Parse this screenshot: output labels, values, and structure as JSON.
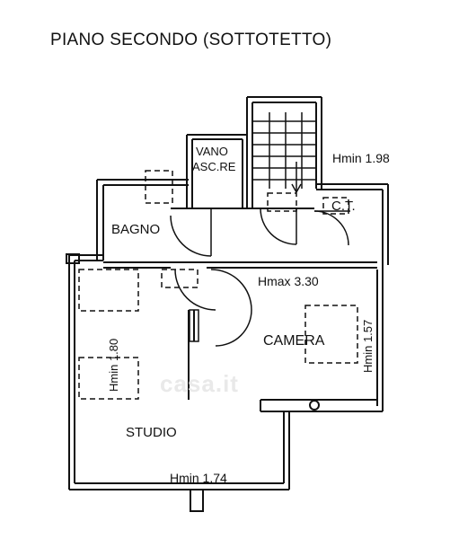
{
  "title": "PIANO SECONDO (SOTTOTETTO)",
  "rooms": {
    "vano_line1": "VANO",
    "vano_line2": "ASC.RE",
    "bagno": "BAGNO",
    "ct": "C.T.",
    "camera": "CAMERA",
    "studio": "STUDIO"
  },
  "heights": {
    "hmin_stairs": "Hmin 1.98",
    "hmax": "Hmax 3.30",
    "hmin_camera": "Hmin 1.57",
    "hmin_left": "Hmin 1.80",
    "hmin_studio": "Hmin 1.74"
  },
  "watermark": "casa.it"
}
